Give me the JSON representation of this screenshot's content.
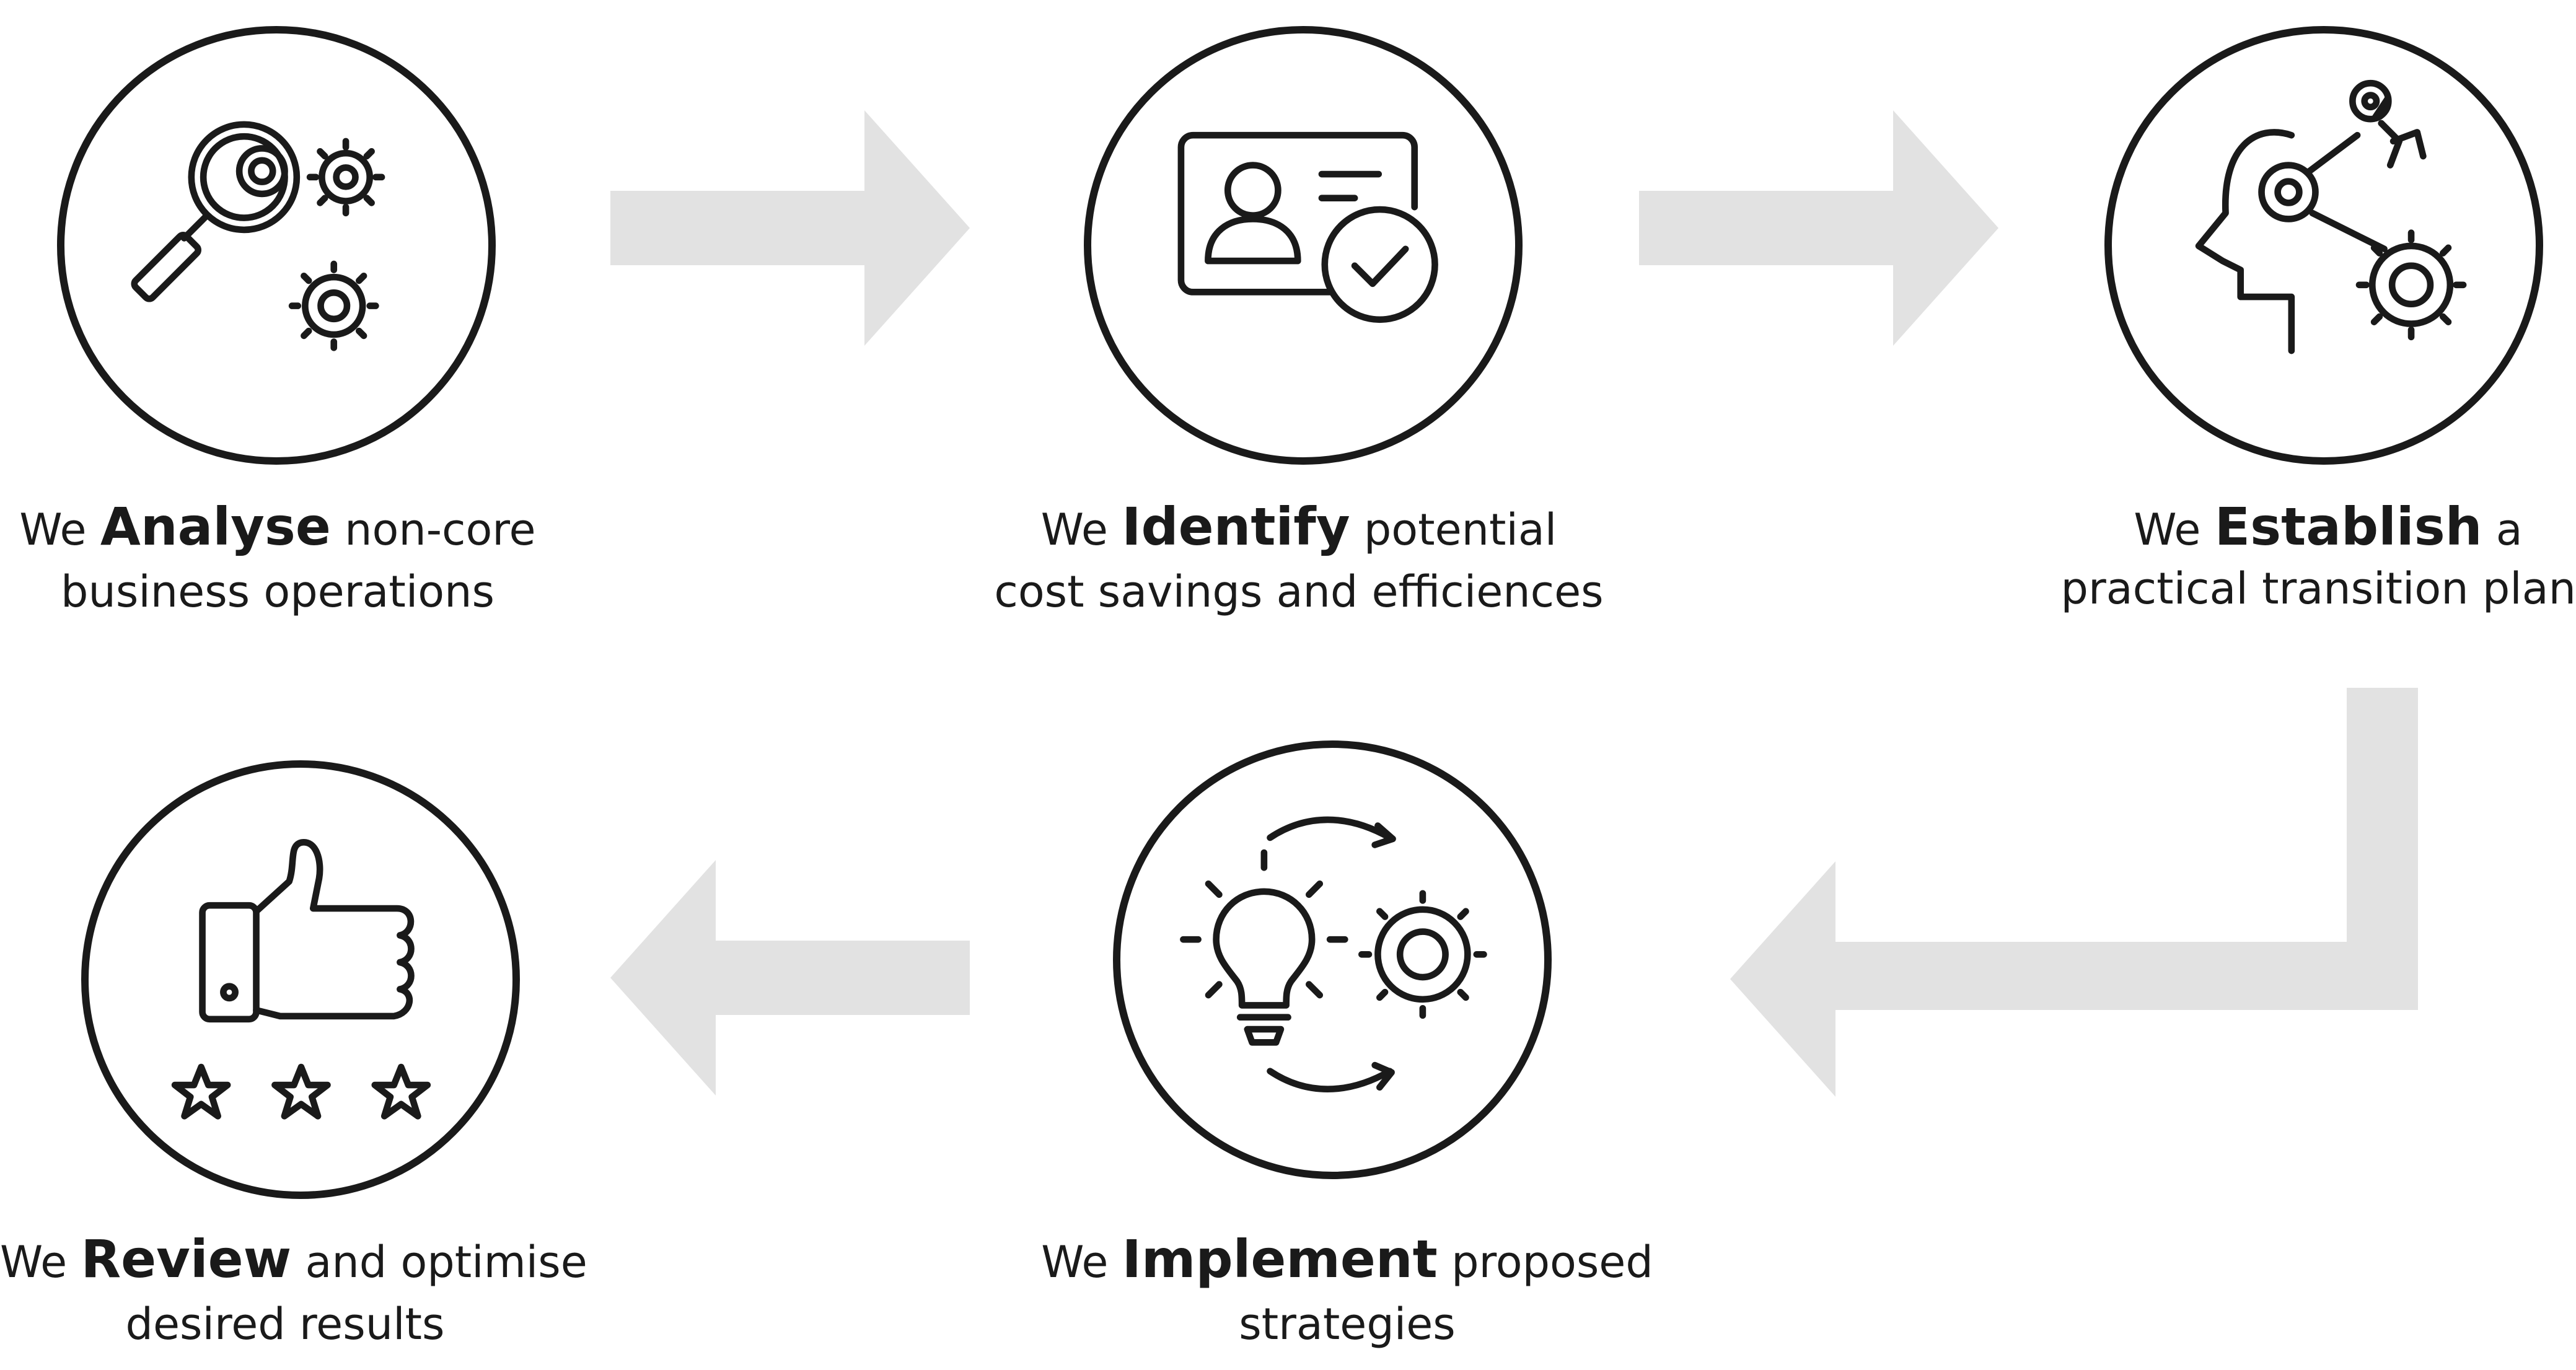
{
  "steps": [
    {
      "prefix": "We",
      "verb": "Analyse",
      "rest": "non-core",
      "line2": "business operations",
      "icon": "magnifier-gears-icon"
    },
    {
      "prefix": "We",
      "verb": "Identify",
      "rest": "potential",
      "line2": "cost savings and efficiences",
      "icon": "id-card-check-icon"
    },
    {
      "prefix": "We",
      "verb": "Establish",
      "rest": "a",
      "line2": "practical transition plan",
      "icon": "head-robot-arm-gears-icon"
    },
    {
      "prefix": "We",
      "verb": "Implement",
      "rest": "proposed",
      "line2": "strategies",
      "icon": "bulb-gear-cycle-icon"
    },
    {
      "prefix": "We",
      "verb": "Review",
      "rest": "and optimise",
      "line2": "desired results",
      "icon": "thumbs-up-stars-icon"
    }
  ],
  "colors": {
    "arrow": "#e2e2e2",
    "ink": "#1a1a1a"
  }
}
